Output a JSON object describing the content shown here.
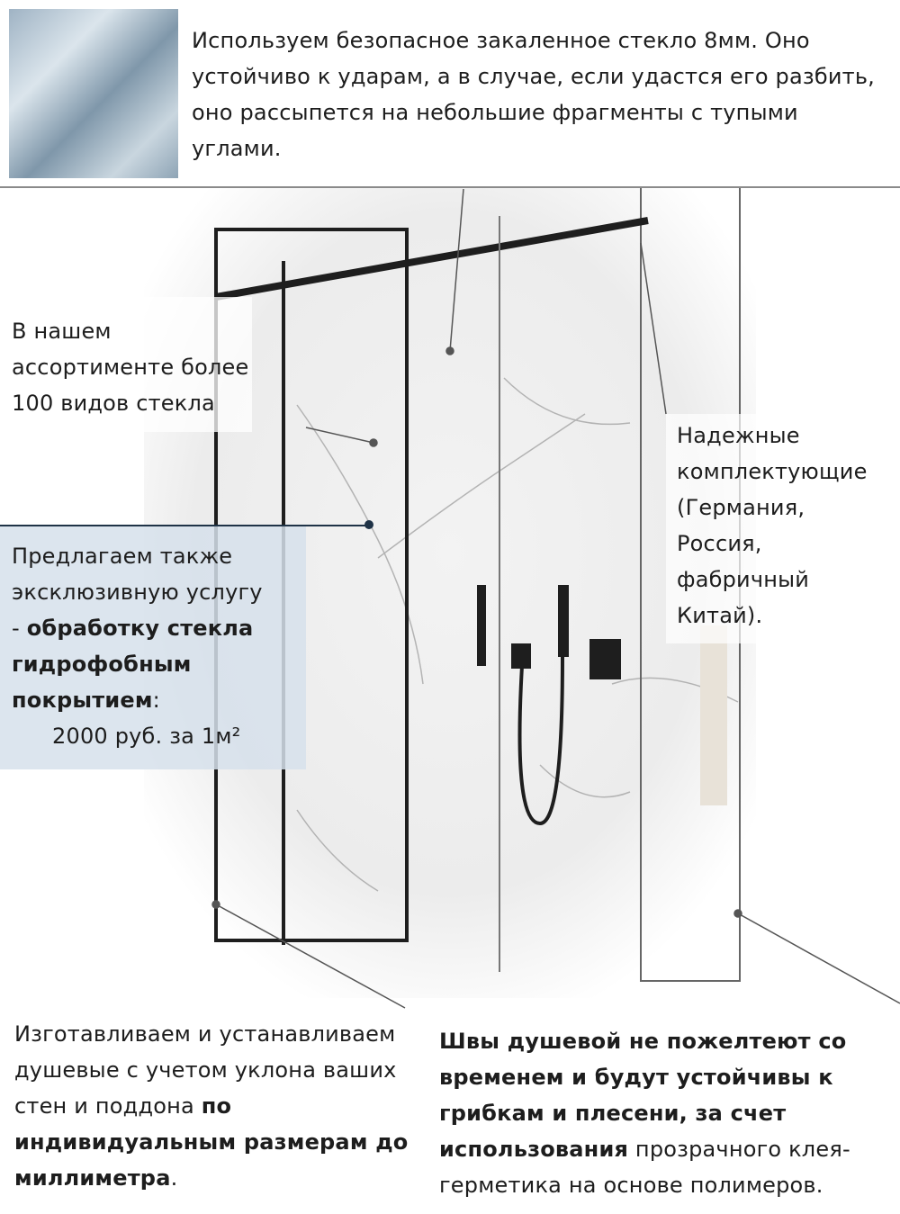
{
  "top": {
    "image_icon": "tempered-glass-fragments",
    "text": "Используем безопасное закаленное стекло 8мм. Оно устойчиво к ударам, а в случае, если удастся его разбить, оно рассыпется на небольшие фрагменты с тупыми углами."
  },
  "left_note": {
    "text": "В нашем ассортименте более 100 видов стекла"
  },
  "offer": {
    "line1": "Предлагаем также эксклюзивную услугу",
    "dash": "- ",
    "bold": "обработку стекла гидрофобным покрытием",
    "colon": ":",
    "price": "2000 руб. за 1м²"
  },
  "right_note": {
    "text": "Надежные комплектующие (Германия, Россия, фабричный Китай)."
  },
  "bottom_left": {
    "normal": "Изготавливаем и устанавливаем душевые с учетом уклона ваших стен и поддона ",
    "bold": "по индивидуальным размерам до миллиметра",
    "end": "."
  },
  "bottom_right": {
    "bold": "Швы душевой не пожелтеют со временем и будут устойчивы к грибкам и плесени, за счет использования",
    "normal": " прозрачного клея-герметика на основе полимеров."
  }
}
